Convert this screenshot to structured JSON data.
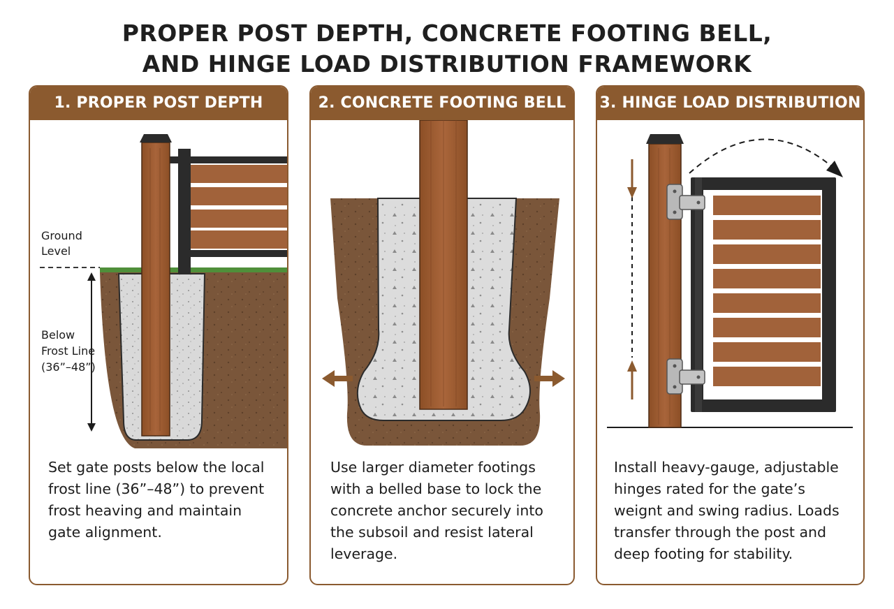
{
  "title": {
    "line1": "PROPER POST DEPTH, CONCRETE FOOTING BELL,",
    "line2": "AND HINGE LOAD DISTRIBUTION FRAMEWORK"
  },
  "panels": [
    {
      "header": "1. PROPER POST DEPTH",
      "labels": {
        "ground_line1": "Ground",
        "ground_line2": "Level",
        "frost_line1": "Below",
        "frost_line2": "Frost Line",
        "frost_line3": "(36”–48”)"
      },
      "description": "Set gate posts below the local frost line (36”–48”) to prevent frost heaving and maintain gate alignment."
    },
    {
      "header": "2. CONCRETE FOOTING BELL",
      "description": "Use larger diameter footings with a belled base to lock the concrete anchor securely into the subsoil and resist lateral leverage."
    },
    {
      "header": "3. HINGE LOAD DISTRIBUTION",
      "description": "Install heavy-gauge, adjustable hinges rated for the gate’s weignt and swing radius. Loads transfer through the post and deep footing for stability."
    }
  ],
  "colors": {
    "header_brown": "#8b5a2f",
    "wood": "#9e5a2e",
    "soil": "#7a563a",
    "concrete": "#d9d9d9",
    "grass": "#4f8f3a",
    "frame": "#2b2b2b"
  }
}
